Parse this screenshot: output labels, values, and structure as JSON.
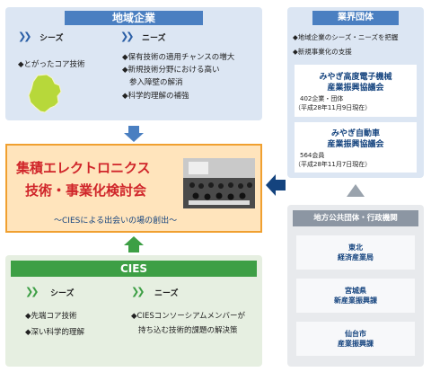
{
  "local_companies": {
    "title": "地域企業",
    "seeds_label": "シーズ",
    "needs_label": "ニーズ",
    "seeds_items": [
      "◆とがったコア技術"
    ],
    "needs_items": [
      "◆保有技術の適用チャンスの増大",
      "◆新規技術分野における高い",
      "参入障壁の解消",
      "◆科学的理解の補強"
    ]
  },
  "industry_groups": {
    "title": "業界団体",
    "items": [
      "◆地域企業のシーズ・ニーズを把握",
      "◆新規事業化の支援"
    ],
    "org1_name": [
      "みやぎ高度電子機械",
      "産業振興協議会"
    ],
    "org1_detail": [
      "402企業・団体",
      "（平成28年11月9日現在）"
    ],
    "org2_name": [
      "みやぎ自動車",
      "産業振興協議会"
    ],
    "org2_detail": [
      "564会員",
      "（平成28年11月7日現在）"
    ]
  },
  "council": {
    "title_line1": "集積エレクトロニクス",
    "title_line2": "技術・事業化検討会",
    "subtitle": "～CIESによる出会いの場の創出～"
  },
  "cies": {
    "title": "CIES",
    "seeds_label": "シーズ",
    "needs_label": "ニーズ",
    "seeds_items": [
      "◆先端コア技術",
      "◆深い科学的理解"
    ],
    "needs_items": [
      "◆CIESコンソーシアムメンバーが",
      "持ち込む技術的課題の解決策"
    ]
  },
  "government": {
    "title": "地方公共団体・行政機関",
    "agencies": [
      [
        "東北",
        "経済産業局"
      ],
      [
        "宮城県",
        "新産業振興課"
      ],
      [
        "仙台市",
        "産業振興課"
      ]
    ]
  },
  "colors": {
    "blue_panel": "#dce6f3",
    "blue_header": "#4a7fc1",
    "navy": "#14437e",
    "green_panel": "#e6efe1",
    "green_header": "#3d9f45",
    "center_fill": "#ffe4bc",
    "center_border": "#f0a030",
    "center_text": "#d0252a",
    "gray_panel": "#e8eaed",
    "gray_header": "#8c96a3"
  }
}
